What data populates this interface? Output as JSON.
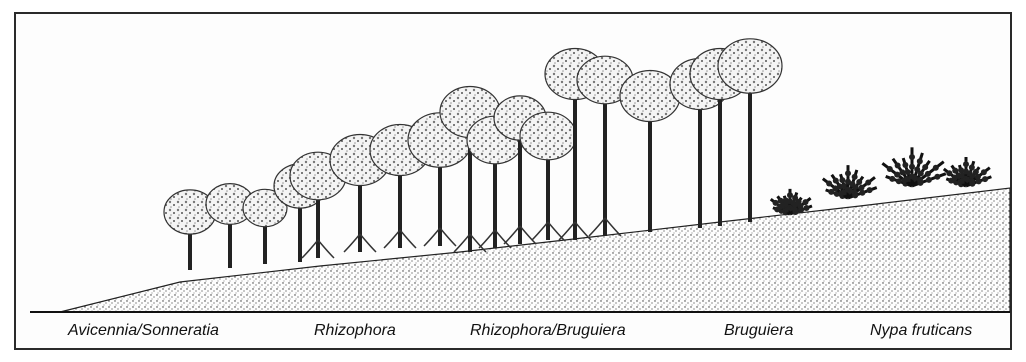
{
  "zones": [
    {
      "label": "Avicennia/Sonneratia"
    },
    {
      "label": "Rhizophora"
    },
    {
      "label": "Rhizophora/Bruguiera"
    },
    {
      "label": "Bruguiera"
    },
    {
      "label": "Nypa fruticans"
    }
  ]
}
